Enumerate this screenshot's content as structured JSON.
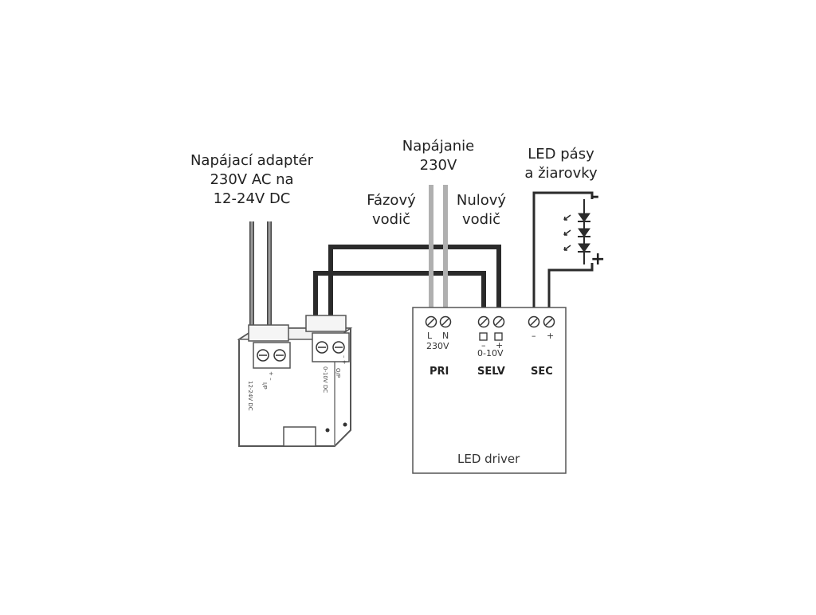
{
  "labels": {
    "adapter": [
      "Napájací adaptér",
      "230V AC na",
      "12-24V DC"
    ],
    "supply": [
      "Napájanie",
      "230V"
    ],
    "phase": [
      "Fázový",
      "vodič"
    ],
    "neutral": [
      "Nulový",
      "vodič"
    ],
    "led": [
      "LED pásy",
      "a žiarovky"
    ],
    "led_minus": "–",
    "led_plus": "+"
  },
  "driver": {
    "title": "LED driver",
    "pri": {
      "name": "PRI",
      "l": "L",
      "n": "N",
      "voltage": "230V"
    },
    "selv": {
      "name": "SELV",
      "minus": "–",
      "plus": "+",
      "range": "0-10V"
    },
    "sec": {
      "name": "SEC",
      "minus": "–",
      "plus": "+"
    }
  },
  "module": {
    "in_label": "12-24V DC",
    "in_sub": "I/P",
    "out_label": "0-10V DC",
    "out_sub": "O/P",
    "in_polarity": "+ –",
    "out_polarity": "– +"
  },
  "colors": {
    "wire_dark": "#2b2b2b",
    "wire_light": "#b0b0b0",
    "outline": "#555555"
  }
}
